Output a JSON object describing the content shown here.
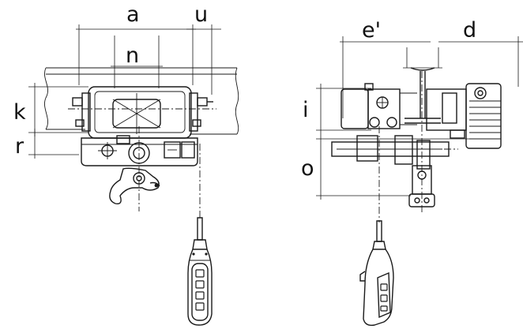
{
  "diagram": {
    "front_view": {
      "dim_a": "a",
      "dim_n": "n",
      "dim_u": "u",
      "dim_k": "k",
      "dim_r": "r"
    },
    "side_view": {
      "dim_e": "e'",
      "dim_d": "d",
      "dim_i": "i",
      "dim_o": "o"
    }
  }
}
